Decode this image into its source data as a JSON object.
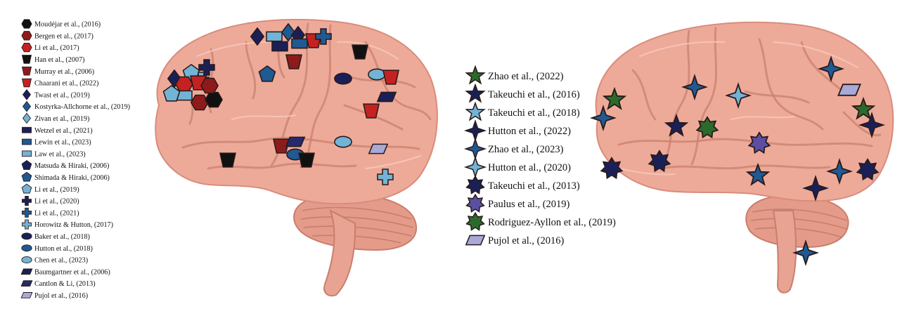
{
  "colors": {
    "dark_red": "#8e1b1b",
    "red": "#c42222",
    "black": "#111111",
    "navy": "#1a2057",
    "blue": "#1f5a93",
    "light_blue": "#72b4d6",
    "dark_blue_parallelogram": "#242a6e",
    "lavender": "#a9a9d8",
    "dark_green": "#2c6a2c",
    "purple": "#5b4fa3"
  },
  "left_legend": [
    {
      "label": "Moudéjar et al., (2016)",
      "shape": "hexagon",
      "color": "#111111"
    },
    {
      "label": "Bergen et al., (2017)",
      "shape": "hexagon",
      "color": "#8e1b1b"
    },
    {
      "label": "Li et al., (2017)",
      "shape": "hexagon",
      "color": "#c42222"
    },
    {
      "label": "Han et al., (2007)",
      "shape": "trapezoid",
      "color": "#111111"
    },
    {
      "label": "Murray et al., (2006)",
      "shape": "trapezoid",
      "color": "#8e1b1b"
    },
    {
      "label": "Chaarani et al., (2022)",
      "shape": "trapezoid",
      "color": "#c42222"
    },
    {
      "label": "Twast et al., (2019)",
      "shape": "diamond",
      "color": "#1a2057"
    },
    {
      "label": "Kostyrka-Allchorne et al., (2019)",
      "shape": "diamond",
      "color": "#1f5a93"
    },
    {
      "label": "Zivan et al., (2019)",
      "shape": "diamond",
      "color": "#72b4d6"
    },
    {
      "label": "Wetzel et al., (2021)",
      "shape": "rect",
      "color": "#1a2057"
    },
    {
      "label": "Lewin et al., (2023)",
      "shape": "rect",
      "color": "#1f5a93"
    },
    {
      "label": "Law et al., (2023)",
      "shape": "rect",
      "color": "#72b4d6"
    },
    {
      "label": "Matsuda & Hiraki, (2006)",
      "shape": "pentagon",
      "color": "#1a2057"
    },
    {
      "label": "Shimada & Hiraki, (2006)",
      "shape": "pentagon",
      "color": "#1f5a93"
    },
    {
      "label": "Li et al., (2019)",
      "shape": "pentagon",
      "color": "#72b4d6"
    },
    {
      "label": "Li et al., (2020)",
      "shape": "cross",
      "color": "#1a2057"
    },
    {
      "label": "Li et al., (2021)",
      "shape": "cross",
      "color": "#1f5a93"
    },
    {
      "label": "Horowitz & Hutton, (2017)",
      "shape": "cross",
      "color": "#72b4d6"
    },
    {
      "label": "Baker et al., (2018)",
      "shape": "ellipse",
      "color": "#1a2057"
    },
    {
      "label": "Hutton et al., (2018)",
      "shape": "ellipse",
      "color": "#1f5a93"
    },
    {
      "label": "Chen et al., (2023)",
      "shape": "ellipse",
      "color": "#72b4d6"
    },
    {
      "label": "Baumgartner et al., (2006)",
      "shape": "parallelogram",
      "color": "#1a2057"
    },
    {
      "label": "Cantlon & Li, (2013)",
      "shape": "parallelogram",
      "color": "#242a6e"
    },
    {
      "label": "Pujol et al., (2016)",
      "shape": "parallelogram",
      "color": "#a9a9d8"
    }
  ],
  "right_legend": [
    {
      "label": "Zhao et al., (2022)",
      "shape": "star5",
      "color": "#2c6a2c"
    },
    {
      "label": "Takeuchi et al., (2016)",
      "shape": "star5",
      "color": "#1a2057"
    },
    {
      "label": "Takeuchi et al., (2018)",
      "shape": "star5",
      "color": "#72b4d6"
    },
    {
      "label": "Hutton et al., (2022)",
      "shape": "star4",
      "color": "#1a2057"
    },
    {
      "label": "Zhao et al., (2023)",
      "shape": "star4",
      "color": "#1f5a93"
    },
    {
      "label": "Hutton et al., (2020)",
      "shape": "star4",
      "color": "#72b4d6"
    },
    {
      "label": "Takeuchi et al., (2013)",
      "shape": "star7",
      "color": "#1a2057"
    },
    {
      "label": "Paulus et al., (2019)",
      "shape": "star7",
      "color": "#5b4fa3"
    },
    {
      "label": "Rodriguez-Ayllon et al., (2019)",
      "shape": "star7",
      "color": "#2c6a2c"
    },
    {
      "label": "Pujol et al., (2016)",
      "shape": "parallelogram",
      "color": "#a9a9d8"
    }
  ],
  "left_brain_markers": [
    {
      "shape": "diamond",
      "color": "#1a2057"
    },
    {
      "shape": "diamond",
      "color": "#1f5a93"
    },
    {
      "shape": "rect",
      "color": "#72b4d6"
    },
    {
      "shape": "diamond",
      "color": "#1a2057"
    },
    {
      "shape": "rect",
      "color": "#1a2057"
    },
    {
      "shape": "rect",
      "color": "#1f5a93"
    },
    {
      "shape": "trapezoid",
      "color": "#c42222"
    },
    {
      "shape": "cross",
      "color": "#1f5a93"
    },
    {
      "shape": "trapezoid",
      "color": "#111111"
    },
    {
      "shape": "trapezoid",
      "color": "#8e1b1b"
    },
    {
      "shape": "pentagon",
      "color": "#1f5a93"
    },
    {
      "shape": "ellipse",
      "color": "#1a2057"
    },
    {
      "shape": "ellipse",
      "color": "#72b4d6"
    },
    {
      "shape": "trapezoid",
      "color": "#c42222"
    },
    {
      "shape": "parallelogram",
      "color": "#1a2057"
    },
    {
      "shape": "trapezoid",
      "color": "#c42222"
    },
    {
      "shape": "diamond",
      "color": "#1a2057"
    },
    {
      "shape": "pentagon",
      "color": "#72b4d6"
    },
    {
      "shape": "cross",
      "color": "#1a2057"
    },
    {
      "shape": "cross",
      "color": "#72b4d6"
    },
    {
      "shape": "hexagon",
      "color": "#c42222"
    },
    {
      "shape": "trapezoid",
      "color": "#c42222"
    },
    {
      "shape": "rect",
      "color": "#72b4d6"
    },
    {
      "shape": "pentagon",
      "color": "#72b4d6"
    },
    {
      "shape": "hexagon",
      "color": "#8e1b1b"
    },
    {
      "shape": "hexagon",
      "color": "#111111"
    },
    {
      "shape": "hexagon",
      "color": "#8e1b1b"
    },
    {
      "shape": "trapezoid",
      "color": "#111111"
    },
    {
      "shape": "trapezoid",
      "color": "#8e1b1b"
    },
    {
      "shape": "parallelogram",
      "color": "#242a6e"
    },
    {
      "shape": "ellipse",
      "color": "#1f5a93"
    },
    {
      "shape": "trapezoid",
      "color": "#111111"
    },
    {
      "shape": "ellipse",
      "color": "#72b4d6"
    },
    {
      "shape": "parallelogram",
      "color": "#a9a9d8"
    },
    {
      "shape": "cross",
      "color": "#72b4d6"
    }
  ],
  "right_brain_markers": [
    {
      "shape": "star5",
      "color": "#2c6a2c"
    },
    {
      "shape": "star4",
      "color": "#1f5a93"
    },
    {
      "shape": "star4",
      "color": "#1f5a93"
    },
    {
      "shape": "star4",
      "color": "#72b4d6"
    },
    {
      "shape": "star4",
      "color": "#1f5a93"
    },
    {
      "shape": "parallelogram",
      "color": "#a9a9d8"
    },
    {
      "shape": "star5",
      "color": "#2c6a2c"
    },
    {
      "shape": "star4",
      "color": "#1a2057"
    },
    {
      "shape": "star5",
      "color": "#1a2057"
    },
    {
      "shape": "star7",
      "color": "#2c6a2c"
    },
    {
      "shape": "star7",
      "color": "#5b4fa3"
    },
    {
      "shape": "star7",
      "color": "#1a2057"
    },
    {
      "shape": "star7",
      "color": "#1a2057"
    },
    {
      "shape": "star5",
      "color": "#1f5a93"
    },
    {
      "shape": "star4",
      "color": "#1f5a93"
    },
    {
      "shape": "star7",
      "color": "#1a2057"
    },
    {
      "shape": "star4",
      "color": "#1a2057"
    },
    {
      "shape": "star4",
      "color": "#1f5a93"
    }
  ]
}
